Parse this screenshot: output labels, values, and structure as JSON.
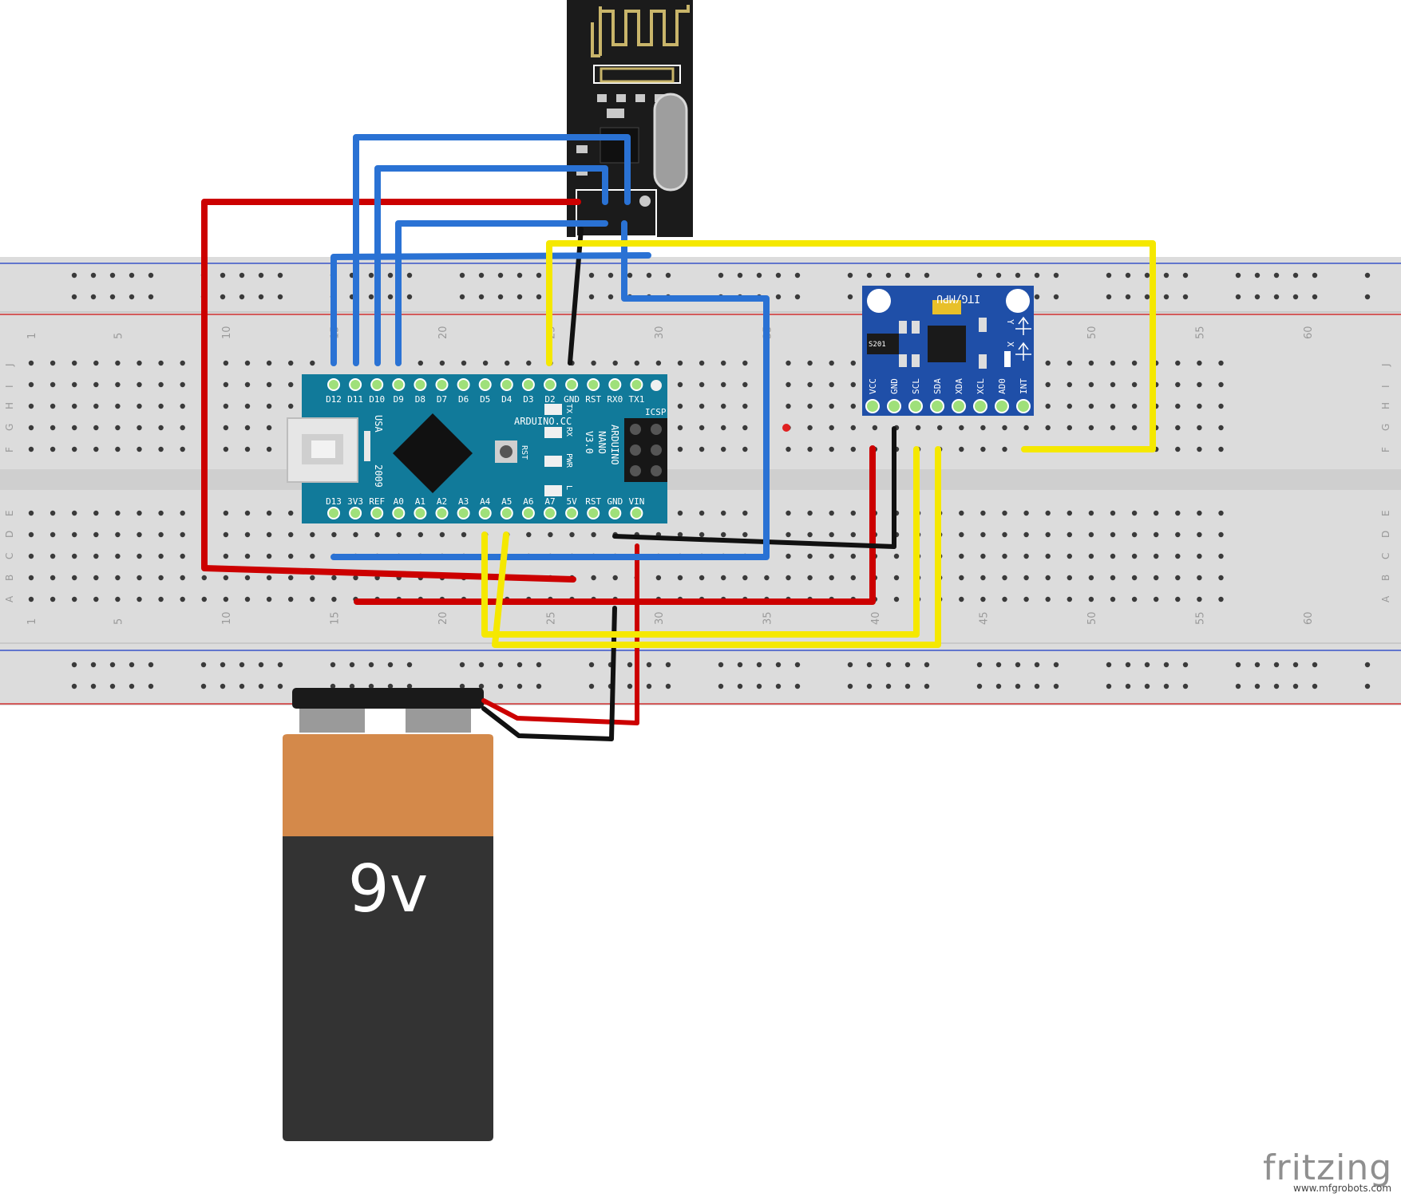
{
  "breadboard": {
    "column_numbers": [
      "1",
      "5",
      "10",
      "15",
      "20",
      "25",
      "30",
      "35",
      "40",
      "45",
      "50",
      "55",
      "60"
    ],
    "rows_top": [
      "J",
      "I",
      "H",
      "G",
      "F"
    ],
    "rows_bottom": [
      "E",
      "D",
      "C",
      "B",
      "A"
    ]
  },
  "arduino": {
    "top_pins": [
      "D12",
      "D11",
      "D10",
      "D9",
      "D8",
      "D7",
      "D6",
      "D5",
      "D4",
      "D3",
      "D2",
      "GND",
      "RST",
      "RX0",
      "TX1"
    ],
    "bottom_pins": [
      "D13",
      "3V3",
      "REF",
      "A0",
      "A1",
      "A2",
      "A3",
      "A4",
      "A5",
      "A6",
      "A7",
      "5V",
      "RST",
      "GND",
      "VIN"
    ],
    "brand": "ARDUINO.CC",
    "model_lines": [
      "ARDUINO",
      "NANO",
      "V3.0"
    ],
    "year": "2009",
    "country": "USA",
    "icsp": "ICSP",
    "leds": [
      "TX",
      "RX",
      "PWR",
      "L"
    ],
    "reset": "RST"
  },
  "mpu": {
    "title": "ITG/MPU",
    "pins": [
      "VCC",
      "GND",
      "SCL",
      "SDA",
      "XDA",
      "XCL",
      "AD0",
      "INT"
    ],
    "chip": "S201",
    "axis_y": "Y",
    "axis_x": "X"
  },
  "battery": {
    "label": "9v"
  },
  "footer": {
    "brand": "fritzing",
    "watermark": "www.mfgrobots.com"
  },
  "colors": {
    "red_wire": "#cc0000",
    "blue_wire": "#2a72d4",
    "yellow_wire": "#f5e800",
    "black_wire": "#111111",
    "board_teal": "#117a9a",
    "mpu_blue": "#1f4fa8"
  }
}
